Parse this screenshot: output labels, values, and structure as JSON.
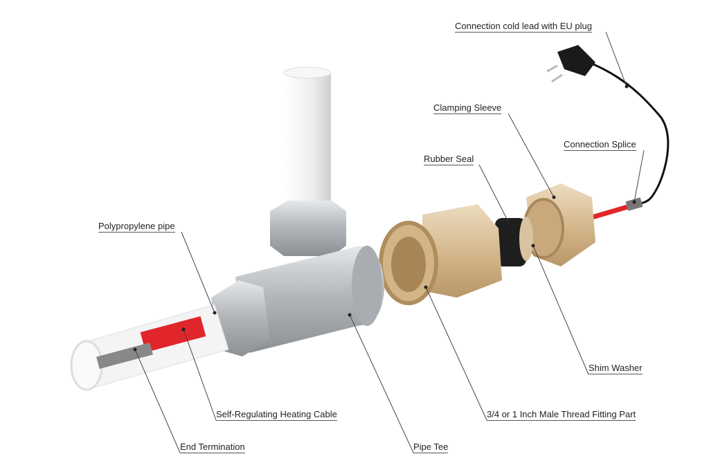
{
  "labels": {
    "cold_lead": "Connection cold lead with EU plug",
    "clamping_sleeve": "Clamping Sleeve",
    "connection_splice": "Connection Splice",
    "rubber_seal": "Rubber Seal",
    "polypropylene_pipe": "Polypropylene pipe",
    "shim_washer": "Shim Washer",
    "heating_cable": "Self-Regulating Heating Cable",
    "male_thread": "3/4 or 1 Inch Male Thread Fitting Part",
    "end_termination": "End Termination",
    "pipe_tee": "Pipe Tee"
  },
  "colors": {
    "brass": "#d9bf98",
    "steel": "#b8bcc0",
    "cable": "#e0262a",
    "pipe": "#f2f2f2"
  }
}
